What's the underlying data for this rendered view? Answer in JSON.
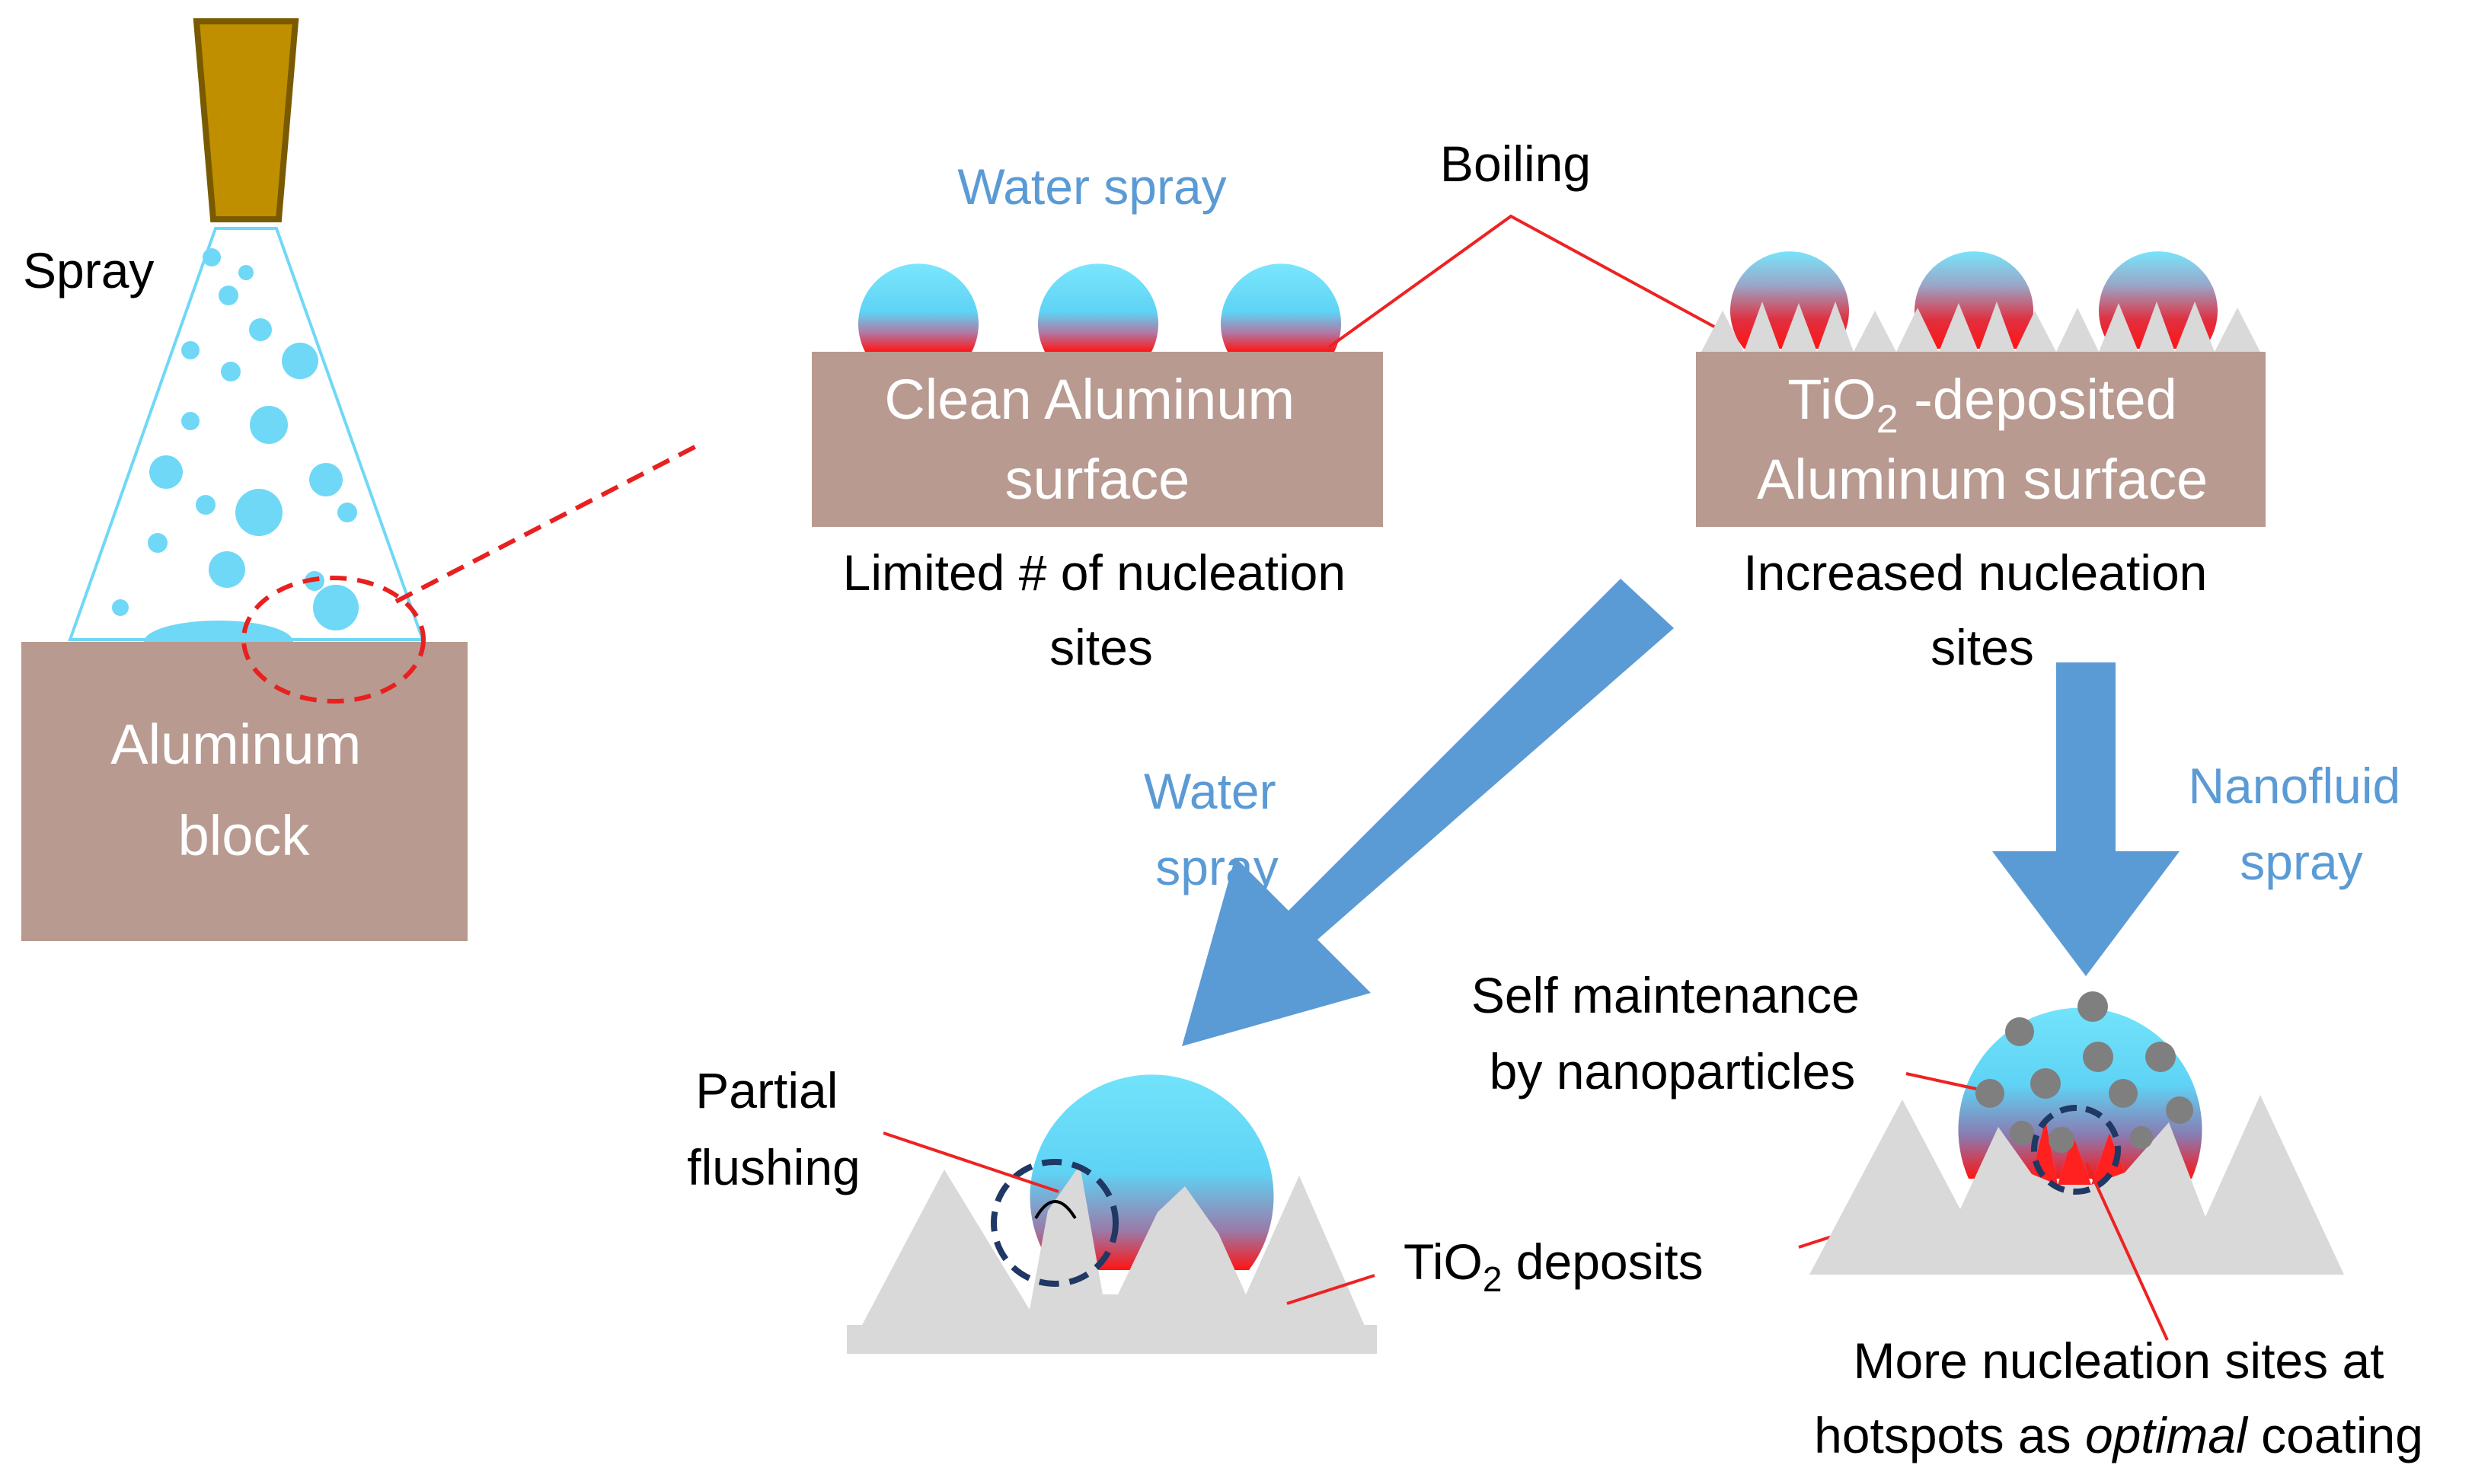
{
  "colors": {
    "block": "#b89a90",
    "water": "#6fd8f6",
    "water_top": "#78e4fb",
    "heat": "#ff1a1a",
    "arrow": "#5b9bd5",
    "deposit": "#d9d9d9",
    "nozzle": "#bf8f00",
    "leader": "#ee2222",
    "highlight_circle": "#1f3864",
    "particle": "#7f7f7f"
  },
  "labels": {
    "spray": "Spray",
    "aluminum_block": [
      "Aluminum",
      "block"
    ],
    "water_spray_top": "Water spray",
    "boiling": "Boiling",
    "clean_surface": [
      "Clean Aluminum",
      "surface"
    ],
    "coated_surface_line1_pre": "TiO",
    "coated_surface_line1_sub": "2",
    "coated_surface_line1_post": " -deposited",
    "coated_surface_line2": "Aluminum surface",
    "limited_sites": [
      "Limited # of nucleation",
      "sites"
    ],
    "increased_sites": [
      "Increased nucleation",
      "sites"
    ],
    "water_spray_arrow": [
      "Water",
      "spray"
    ],
    "nanofluid_spray": [
      "Nanofluid",
      "spray"
    ],
    "partial_flushing": [
      "Partial",
      "flushing"
    ],
    "tio2_deposits_pre": "TiO",
    "tio2_deposits_sub": "2",
    "tio2_deposits_post": " deposits",
    "self_maintenance": [
      "Self maintenance",
      "by nanoparticles"
    ],
    "more_sites_line1": "More nucleation sites at",
    "more_sites_line2_pre": "hotspots as ",
    "more_sites_line2_em": "optimal",
    "more_sites_line2_post": " coating"
  }
}
